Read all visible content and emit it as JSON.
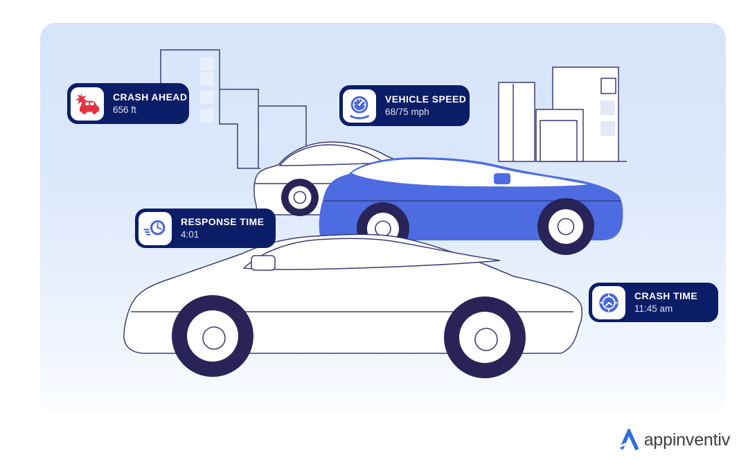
{
  "badges": [
    {
      "id": "crash-ahead",
      "title": "CRASH AHEAD",
      "value": "656 ft",
      "icon": "car-crash-icon"
    },
    {
      "id": "vehicle-speed",
      "title": "VEHICLE SPEED",
      "value": "68/75 mph",
      "icon": "speedometer-icon"
    },
    {
      "id": "response-time",
      "title": "RESPONSE TIME",
      "value": "4:01",
      "icon": "fast-clock-icon"
    },
    {
      "id": "crash-time",
      "title": "CRASH TIME",
      "value": "11:45 am",
      "icon": "clock-icon"
    }
  ],
  "logo": {
    "text": "appinventiv"
  },
  "colors": {
    "badge_navy": "#0a1d66",
    "icon_blue": "#4a66d9",
    "car_blue": "#4d6ce1",
    "wheel_navy": "#2a2357",
    "outline_navy": "#3c3a72",
    "alert_red": "#e5323e",
    "logo_blue": "#2e6fdd",
    "logo_text": "#3e3e3e",
    "panel_top": "#d7e4fa",
    "panel_bottom": "#fbfdff",
    "window_light": "#e9effc",
    "window_lavender": "#e3e7f6"
  }
}
